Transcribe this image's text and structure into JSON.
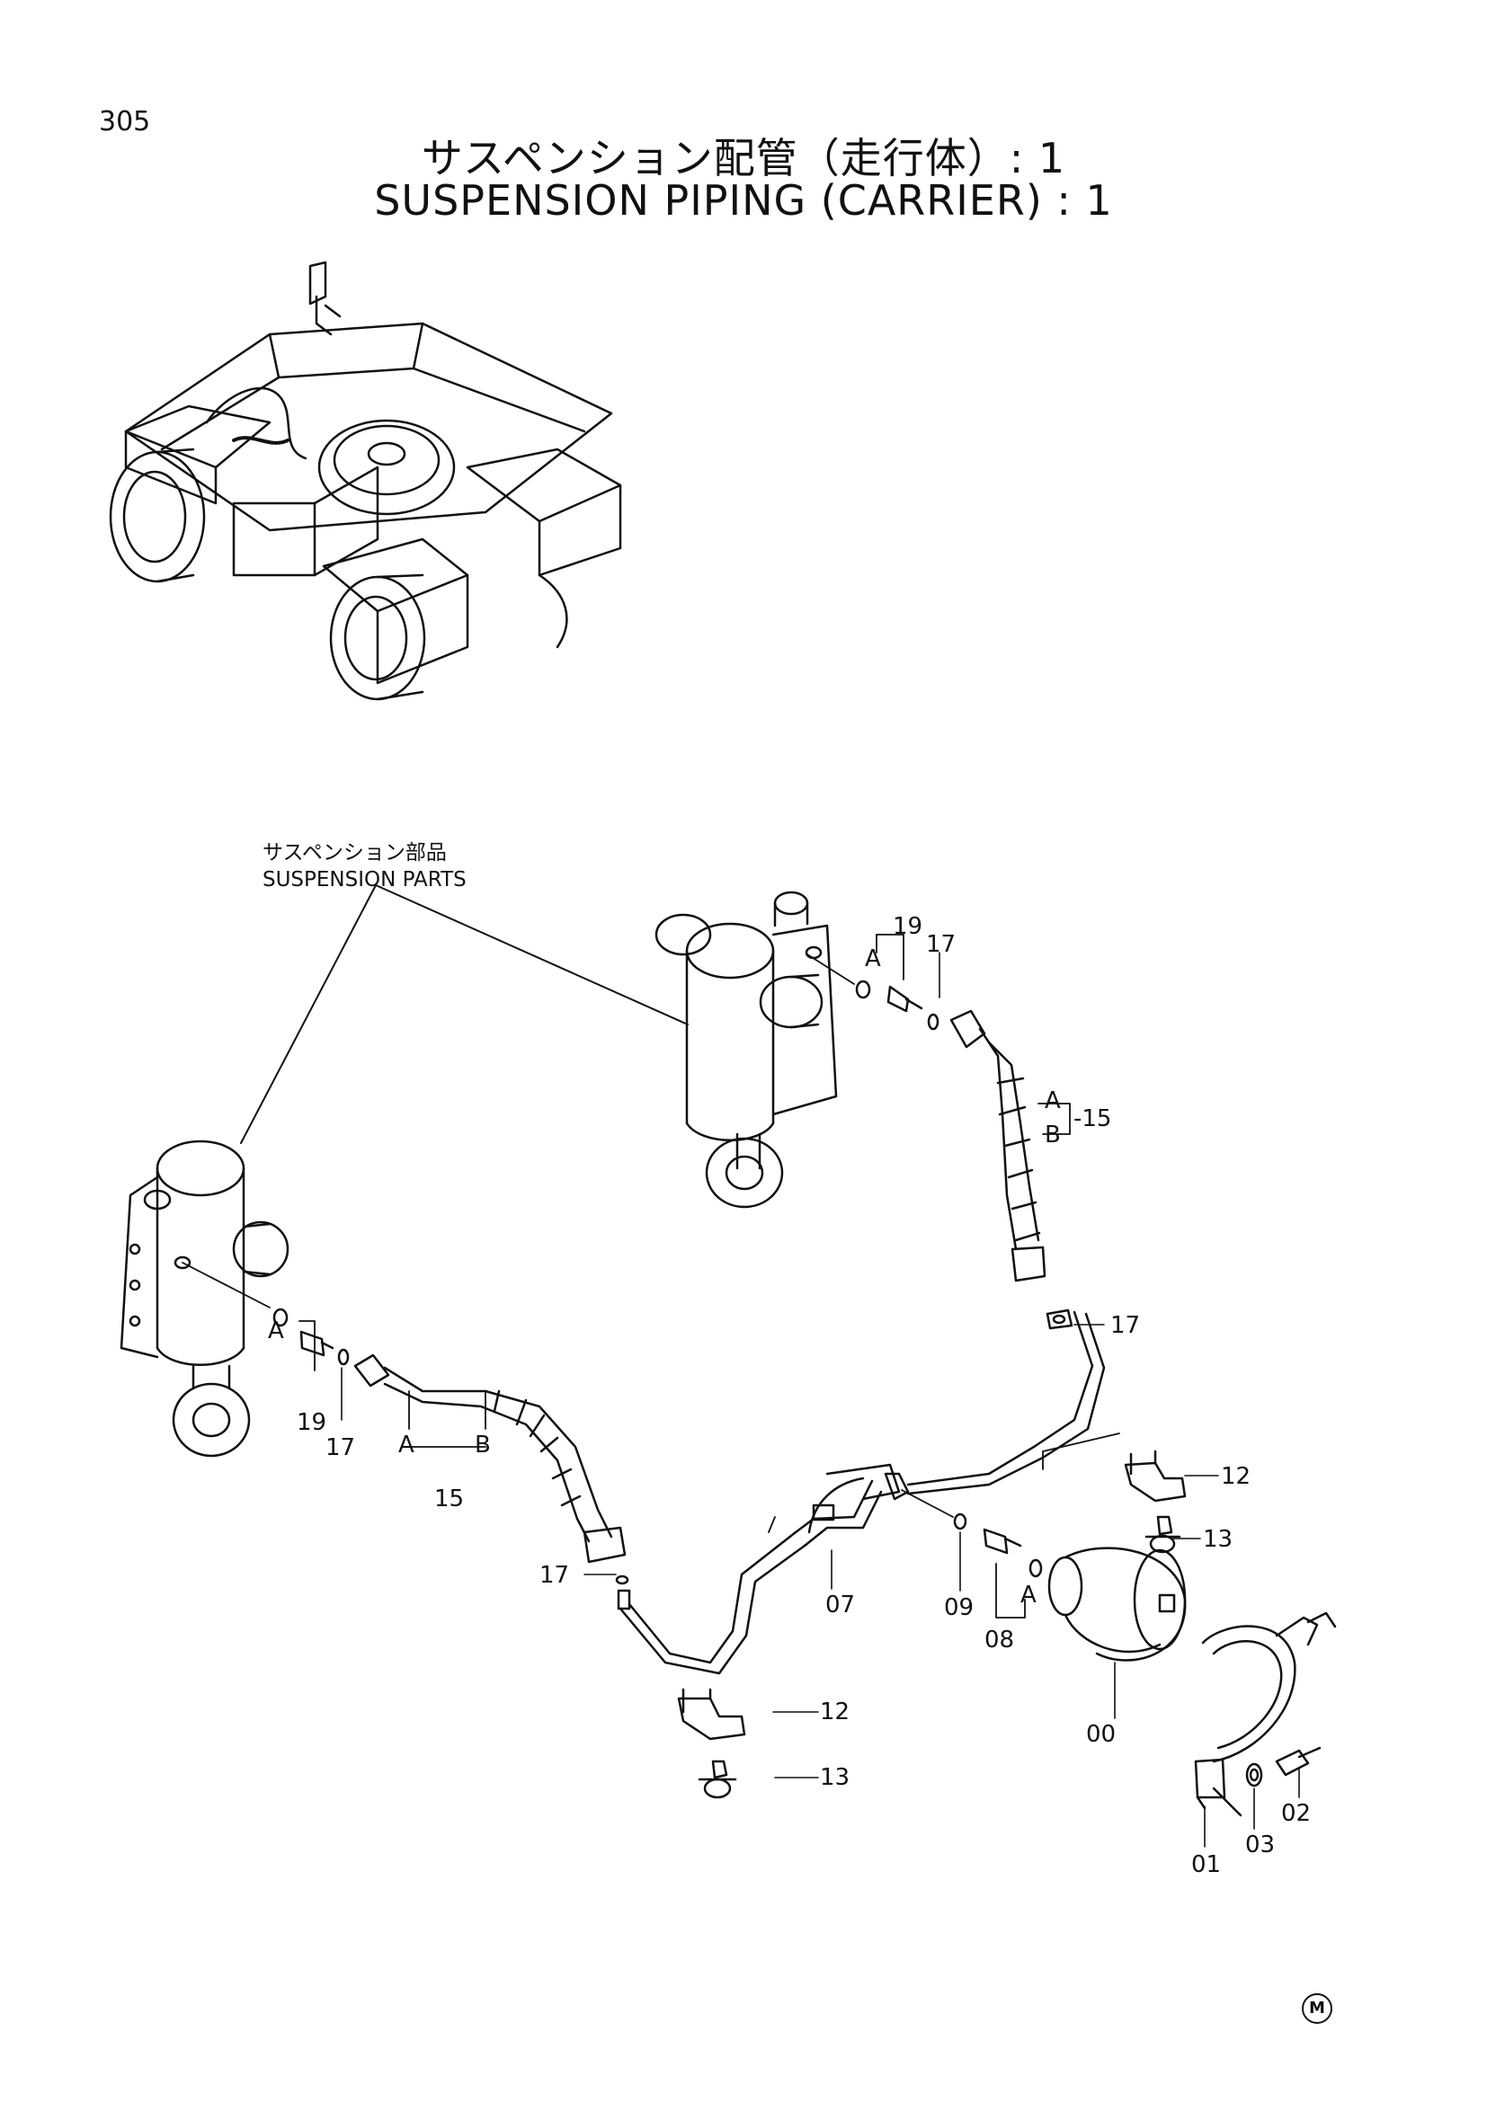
{
  "page_number": "305",
  "title_jp": "サスペンション配管（走行体）: 1",
  "title_en": "SUSPENSION PIPING (CARRIER) : 1",
  "note": {
    "jp": "サスペンション部品",
    "en": "SUSPENSION PARTS"
  },
  "callouts": [
    {
      "id": "c-19a",
      "text": "19"
    },
    {
      "id": "c-17a",
      "text": "17"
    },
    {
      "id": "c-a1",
      "text": "A"
    },
    {
      "id": "c-a2",
      "text": "A"
    },
    {
      "id": "c-b2",
      "text": "B"
    },
    {
      "id": "c-15a",
      "text": "-15"
    },
    {
      "id": "c-17b",
      "text": "17"
    },
    {
      "id": "c-a3",
      "text": "A"
    },
    {
      "id": "c-19b",
      "text": "19"
    },
    {
      "id": "c-17c",
      "text": "17"
    },
    {
      "id": "c-a4",
      "text": "A"
    },
    {
      "id": "c-b4",
      "text": "B"
    },
    {
      "id": "c-15b",
      "text": "15"
    },
    {
      "id": "c-12a",
      "text": "12"
    },
    {
      "id": "c-13a",
      "text": "13"
    },
    {
      "id": "c-17d",
      "text": "17"
    },
    {
      "id": "c-07",
      "text": "07"
    },
    {
      "id": "c-09",
      "text": "09"
    },
    {
      "id": "c-a5",
      "text": "A"
    },
    {
      "id": "c-08",
      "text": "08"
    },
    {
      "id": "c-00",
      "text": "00"
    },
    {
      "id": "c-12b",
      "text": "12"
    },
    {
      "id": "c-13b",
      "text": "13"
    },
    {
      "id": "c-01",
      "text": "01"
    },
    {
      "id": "c-03",
      "text": "03"
    },
    {
      "id": "c-02",
      "text": "02"
    }
  ],
  "corner_mark": "M"
}
